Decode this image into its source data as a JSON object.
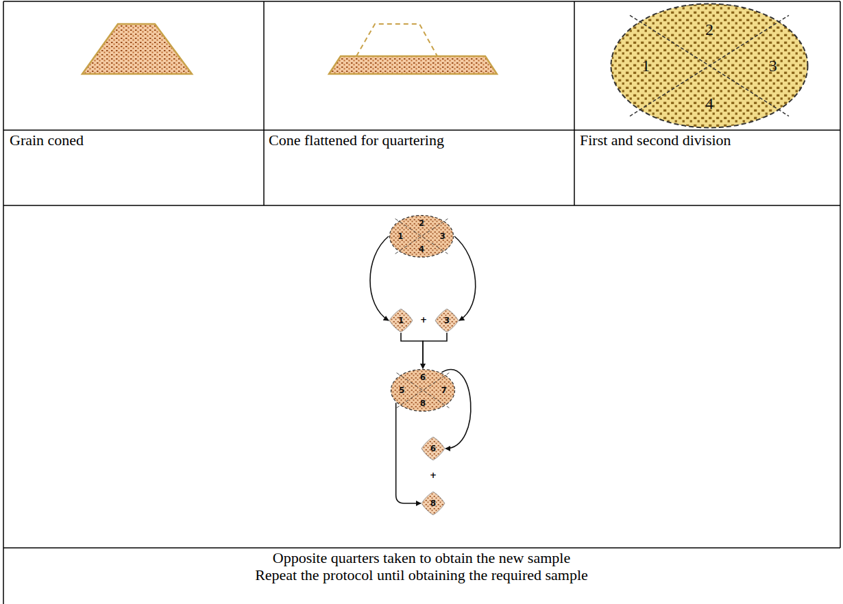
{
  "diagram": {
    "nodes": [
      {
        "text": [
          "2",
          "1",
          "3",
          "4"
        ]
      },
      {
        "text": [
          "2",
          "1",
          "3",
          "4"
        ]
      },
      {
        "text": [
          "1"
        ]
      },
      {
        "text": [
          "3"
        ]
      },
      {
        "text": [
          "6",
          "5",
          "7",
          "8"
        ]
      },
      {
        "text": [
          "6"
        ]
      },
      {
        "text": [
          "8"
        ]
      }
    ],
    "edges": [
      {
        "from": 1,
        "to": 2,
        "arrow": "to"
      },
      {
        "from": 1,
        "to": 3,
        "arrow": "to"
      },
      {
        "from": 2,
        "to": 4,
        "arrow": "to"
      },
      {
        "from": 3,
        "to": 4,
        "arrow": "to"
      },
      {
        "from": 4,
        "to": 5,
        "arrow": "to"
      },
      {
        "from": 4,
        "to": 6,
        "arrow": "to"
      }
    ],
    "labels": [
      "Grain coned",
      "Cone flattened for quartering",
      "First and second division",
      "+",
      "+",
      "Opposite quarters taken to obtain the new sample",
      "Repeat the protocol until obtaining the required sample"
    ]
  }
}
